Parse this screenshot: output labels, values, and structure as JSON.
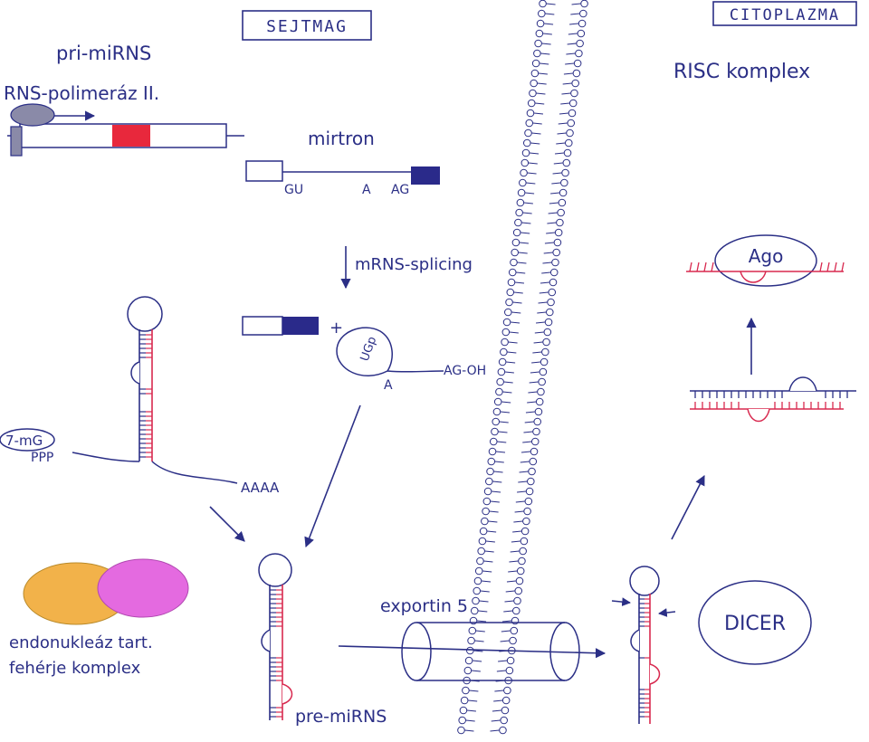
{
  "regions": {
    "nucleus": "SEJTMAG",
    "cytoplasm": "CITOPLAZMA"
  },
  "labels": {
    "pri_mirna": "pri-miRNS",
    "polymerase": "RNS-polimeráz II.",
    "mirtron": "mirtron",
    "splice_gu": "GU",
    "splice_a": "A",
    "splice_ag": "AG",
    "splicing": "mRNS-splicing",
    "plus": "+",
    "lariat_ugp": "UGp",
    "lariat_a": "A",
    "lariat_ag_oh": "AG-OH",
    "cap": "7-mG",
    "ppp": "PPP",
    "polya": "AAAA",
    "complex_line1": "endonukleáz tart.",
    "complex_line2": "fehérje komplex",
    "exportin": "exportin 5",
    "pre_mirna": "pre-miRNS",
    "dicer": "DICER",
    "risc": "RISC komplex",
    "ago": "Ago"
  },
  "colors": {
    "ink": "#2b2f86",
    "red": "#d8294f",
    "exon_red": "#e8283c",
    "exon_blue": "#2a2a8a",
    "orange": "#f2b24a",
    "magenta": "#e46ae0",
    "polymerase": "#8a8aa8"
  }
}
